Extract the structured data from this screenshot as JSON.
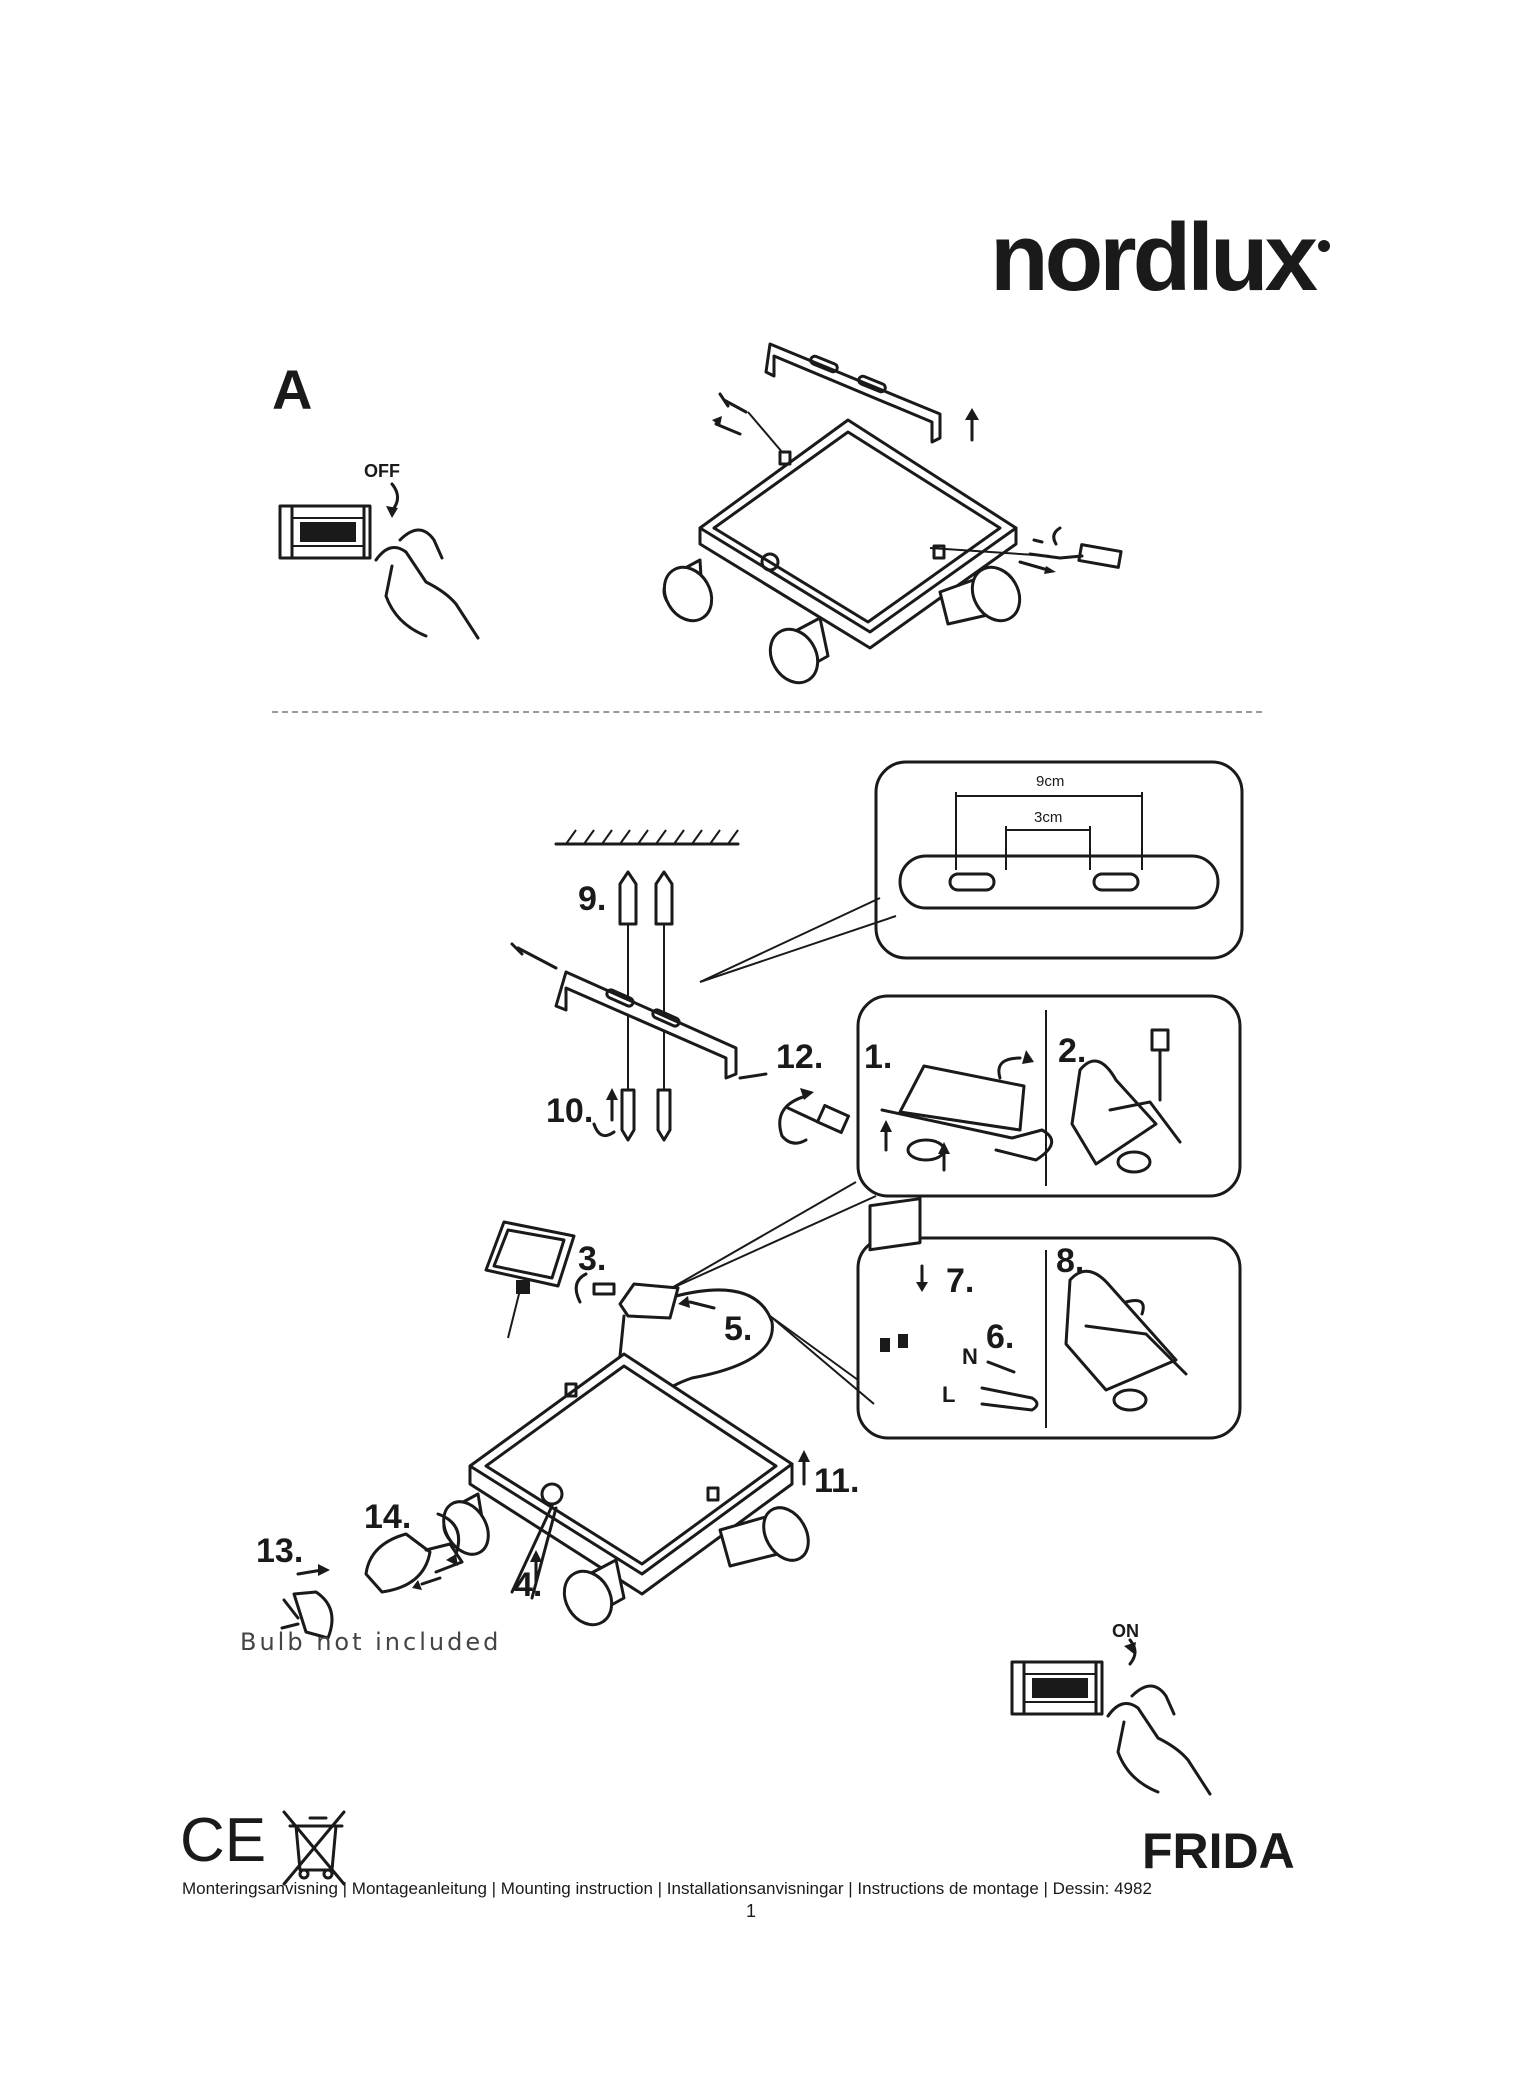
{
  "brand": {
    "name": "nordlux"
  },
  "section_a": {
    "label": "A"
  },
  "switches": {
    "off_label": "OFF",
    "on_label": "ON"
  },
  "steps": {
    "s1": "1.",
    "s2": "2.",
    "s3": "3.",
    "s4": "4.",
    "s5": "5.",
    "s6": "6.",
    "s7": "7.",
    "s8": "8.",
    "s9": "9.",
    "s10": "10.",
    "s11": "11.",
    "s12": "12.",
    "s13": "13.",
    "s14": "14."
  },
  "wires": {
    "neutral": "N",
    "live": "L"
  },
  "dimensions": {
    "outer": "9cm",
    "inner": "3cm"
  },
  "bulb_note": "Bulb not included",
  "product": {
    "name": "FRIDA"
  },
  "footer": {
    "instructions": "Monteringsanvisning | Montageanleitung | Mounting instruction | Installationsanvisningar | Instructions de montage | Dessin: 4982",
    "page": "1"
  },
  "marks": {
    "ce": "CE",
    "weee": "crossed-out-bin-icon"
  }
}
